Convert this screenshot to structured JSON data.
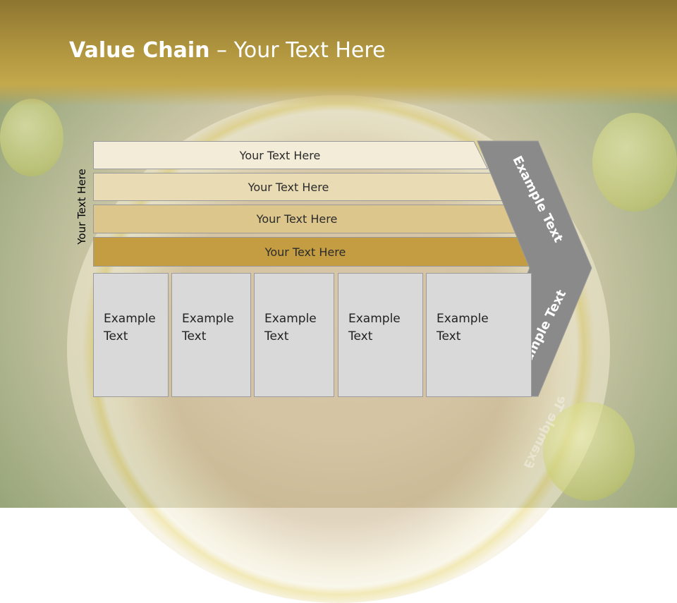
{
  "title": {
    "bold": "Value Chain",
    "rest": " – Your Text Here"
  },
  "vertical_label": "Your Text Here",
  "bars": [
    {
      "label": "Your Text Here",
      "color": "#f3ecd8"
    },
    {
      "label": "Your Text Here",
      "color": "#e9dcb4"
    },
    {
      "label": "Your Text Here",
      "color": "#dcc68c"
    },
    {
      "label": "Your Text Here",
      "color": "#c49c42"
    }
  ],
  "boxes": [
    {
      "line1": "Example",
      "line2": "Text"
    },
    {
      "line1": "Example",
      "line2": "Text"
    },
    {
      "line1": "Example",
      "line2": "Text"
    },
    {
      "line1": "Example",
      "line2": "Text"
    },
    {
      "line1": "Example",
      "line2": "Text"
    }
  ],
  "chevron": {
    "upper_text": "Example Text",
    "lower_text": "Example Text",
    "color": "#8a8a8a"
  }
}
